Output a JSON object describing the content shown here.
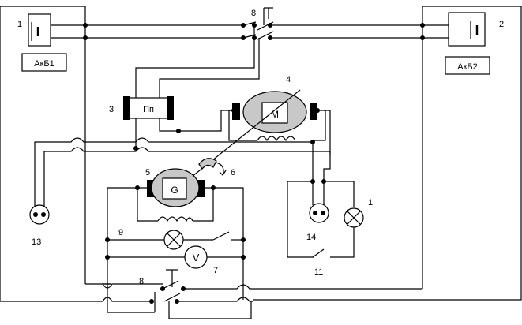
{
  "labels": {
    "battery_1_number": "1",
    "battery_2_number": "2",
    "battery_1_name": "АкБ1",
    "battery_2_name": "АкБ2",
    "relay_number": "3",
    "relay_name": "Пп",
    "motor_number": "4",
    "motor_letter": "M",
    "generator_number": "5",
    "generator_letter": "G",
    "coupling_number": "6",
    "voltmeter_number": "7",
    "voltmeter_letter": "V",
    "top_switch_number": "8",
    "bottom_switch_number": "8",
    "lamp_left_number": "9",
    "lamp_right_number": "1",
    "switch_11_number": "11",
    "socket_13_number": "13",
    "socket_14_number": "14"
  }
}
